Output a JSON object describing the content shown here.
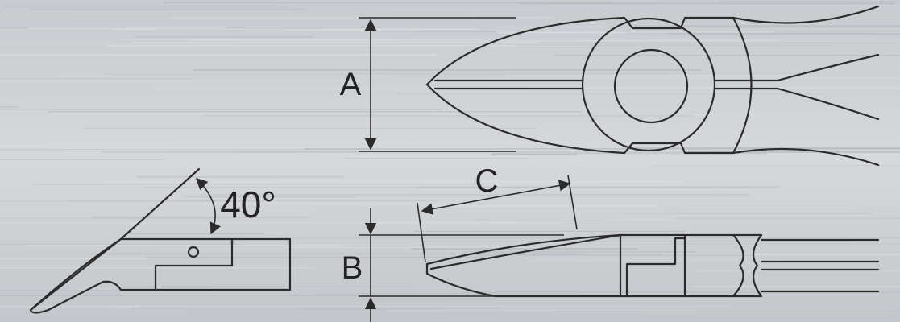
{
  "labels": {
    "a": "A",
    "b": "B",
    "c": "C",
    "angle": "40°"
  },
  "colors": {
    "background_light": "#d9dbde",
    "background_dark": "#b9bcc1",
    "line": "#2b2b2b"
  }
}
